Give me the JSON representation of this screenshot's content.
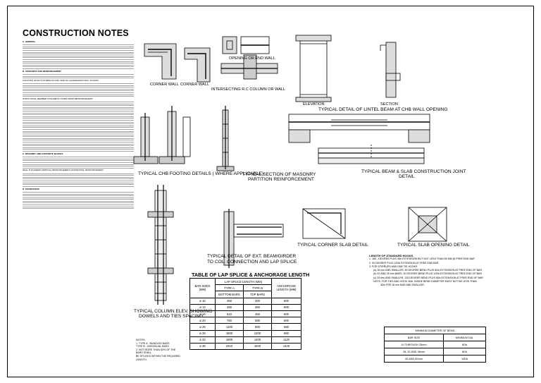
{
  "title": "CONSTRUCTION NOTES",
  "notes": {
    "sec_a": "A. GENERAL",
    "sec_b": "B. CONCRETE AND REINFORCEMENT",
    "sec_c": "C. MASONRY AND CONCRETE BLOCKS",
    "sec_d": "D. FOUNDATION",
    "location_header": "LOCATION     28 DAYS STRENGTH MIN.   SIZE OF AGGREGATES MAX.  SLUMPS",
    "cover_header": "STRUCTURAL MEMBER CONCRETE COVER FROM REINFORCEMENT",
    "wall_header": "WALL THICKNESS    VERTICAL REINFORCEMENT    HORIZONTAL REINFORCEMENT"
  },
  "labels": {
    "corner_wall_1": "CORNER WALL",
    "corner_wall_2": "CORNER WALL",
    "opening_end_wall": "OPENING OR END WALL",
    "intersecting": "INTERSECTING R.C COLUMN OR WALL",
    "elevation": "ELEVATION",
    "section": "SECTION",
    "lintel": "TYPICAL DETAIL OF LINTEL BEAM AT CHB WALL OPENING",
    "chb_footing": "TYPICAL CHB FOOTING DETAILS ( WHERE APPLICABLE)",
    "masonry_1": "TYPICAL SECTION OF MASONRY",
    "masonry_2": "PARTITION REINFORCEMENT",
    "joint_1": "TYPICAL BEAM & SLAB CONSTRUCTION JOINT",
    "joint_2": "DETAIL",
    "ext_beam_1": "TYPICAL DETAIL OF EXT. BEAM/GIRDER",
    "ext_beam_2": "TO COL. CONNECTION AND LAP SPLICE",
    "corner_slab": "TYPICAL CORNER SLAB DETAIL",
    "slab_opening": "TYPICAL SLAB OPENING DETAIL",
    "col_elev_1": "TYPICAL COLUMN ELEV. SHOWING",
    "col_elev_2": "DOWELS AND TIES SPACING"
  },
  "column_notes": {
    "heading": "NOTES:",
    "n1a": "1. TYPE A - BUNDLED BARS",
    "n1b": "TYPE B - INDIVIDUAL BARS",
    "n2a": "2. NOT MORE THAN 50% OF THE BARS SHALL",
    "n2b": "BE SPLICED WITHIN THE REQUIRED LENGTH."
  },
  "lap_table": {
    "title": "TABLE OF LAP SPLICE & ANCHORAGE LENGTH",
    "h_bar": "BAR SIZES (MM)",
    "h_lap": "LAP SPLICE LENGTH (MM)",
    "h_type_a": "TYPE A",
    "h_type_b": "TYPE B",
    "h_bottom": "BOTTOM BARS",
    "h_top": "TOP BARS",
    "h_anchor": "ANCHORAGE LENGTH (MM)",
    "rows": [
      {
        "size": "10",
        "bottom": "450",
        "top": "300",
        "anchor": "600"
      },
      {
        "size": "12",
        "bottom": "450",
        "top": "350",
        "anchor": "600"
      },
      {
        "size": "16",
        "bottom": "610",
        "top": "450",
        "anchor": "600"
      },
      {
        "size": "20",
        "bottom": "760",
        "top": "580",
        "anchor": "600"
      },
      {
        "size": "25",
        "bottom": "1100",
        "top": "800",
        "anchor": "680"
      },
      {
        "size": "28",
        "bottom": "1600",
        "top": "1200",
        "anchor": "660"
      },
      {
        "size": "32",
        "bottom": "1900",
        "top": "1400",
        "anchor": "1120"
      },
      {
        "size": "36",
        "bottom": "2410",
        "top": "1840",
        "anchor": "1420"
      }
    ]
  },
  "hooks": {
    "heading": "LENGTH OF STANDARD HOOKS",
    "l1": "1. 180 - DEGREE PLUS 4Db EXTENSION BUT NOT LESS THAN 65 MM @ FREE END BAR",
    "l2": "2. 90 DEGREE PLUS 12Db EXTENSION AT FREE END BAR",
    "l3": "3. FOR STIRRUPS AND ONE TIE HOOKS",
    "l3a": "(a) 16 mm AND SMALLER, 90 DEGREE BEND PLUS 6Db EXTENSION AT FREE END OF BAR",
    "l3b": "(b) 20 AND 25 mm BARS, 90 DEGREE BEND PLUS 12Db EXTENSION AT FREE END OF BAR",
    "l3c": "(c) 25 mm AND SMALLER, 135 DEGREE BEND PLUS 6Db EXTENSION AT FREE END OF BAR",
    "l4": "NOTE: FOR TIES AND HOOK 6Db, INSIDE BEND DIAMETER MUST NOT BE LESS THAN",
    "l4b": "4Db FOR 16 mm BAR AND SMALLER."
  },
  "bend_table": {
    "title": "MINIMUM DIAMETER OF BEND",
    "h_size": "BAR SIZE",
    "h_dia": "MINIMUM DIA.",
    "rows": [
      {
        "size": "10 THROUGH 25mm",
        "dia": "6Db"
      },
      {
        "size": "28, 32 AND 36mm",
        "dia": "8Db"
      },
      {
        "size": "40 AND 60mm",
        "dia": "10Db"
      }
    ]
  }
}
